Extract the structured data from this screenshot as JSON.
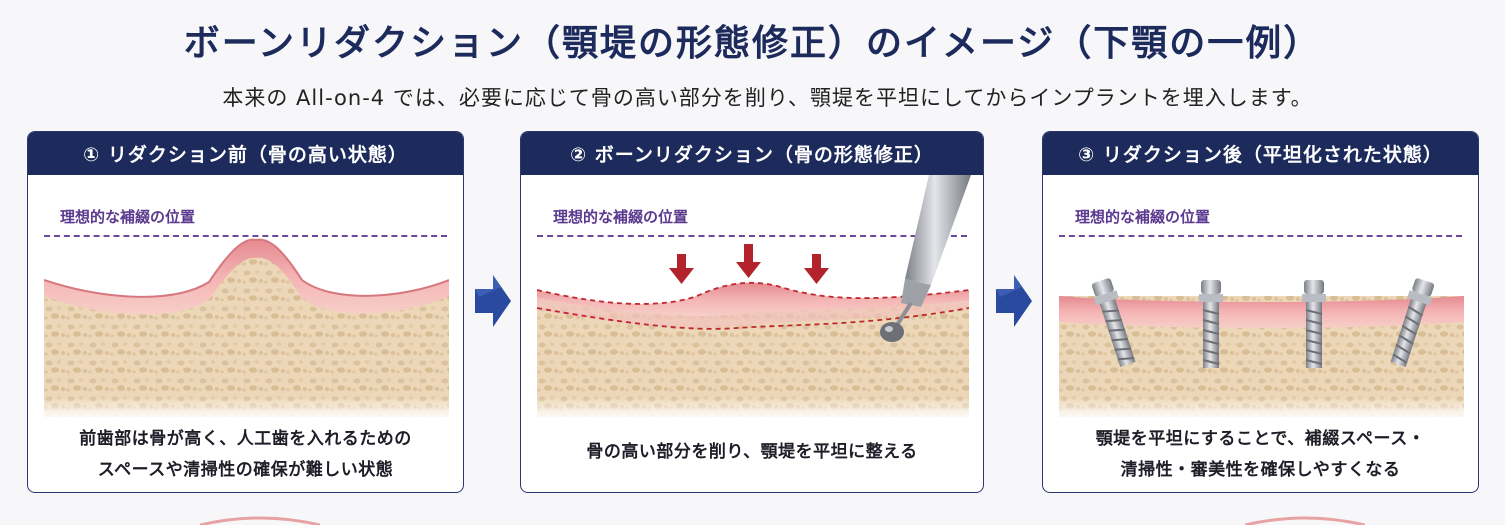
{
  "title": "ボーンリダクション（顎堤の形態修正）のイメージ（下顎の一例）",
  "subtitle": "本来の All-on-4 では、必要に応じて骨の高い部分を削り、顎堤を平坦にしてからインプラントを埋入します。",
  "ideal_label": "理想的な補綴の位置",
  "panels": [
    {
      "header": "① リダクション前（骨の高い状態）",
      "caption_line1": "前歯部は骨が高く、人工歯を入れるための",
      "caption_line2": "スペースや清掃性の確保が難しい状態"
    },
    {
      "header": "② ボーンリダクション（骨の形態修正）",
      "caption_line1": "骨の高い部分を削り、顎堤を平坦に整える",
      "caption_line2": ""
    },
    {
      "header": "③ リダクション後（平坦化された状態）",
      "caption_line1": "顎堤を平坦にすることで、補綴スペース・",
      "caption_line2": "清掃性・審美性を確保しやすくなる"
    }
  ],
  "colors": {
    "navy": "#1c2a5c",
    "ideal_line": "#6a4a9a",
    "gum": "#f0a8aa",
    "bone": "#ecd7b6",
    "cut_line": "#c0262d",
    "arrow_blue": "#2a4aa0"
  },
  "icons": [
    "process-arrow-icon",
    "downward-force-arrow-icon",
    "surgical-bur-icon",
    "dental-implant-icon"
  ]
}
